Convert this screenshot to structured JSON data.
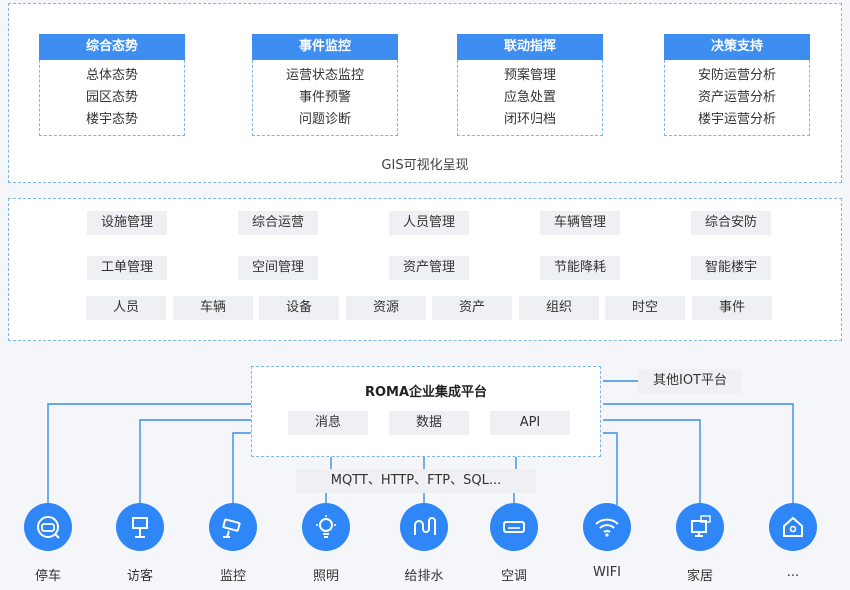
{
  "top": {
    "columns": [
      {
        "title": "综合态势",
        "items": [
          "总体态势",
          "园区态势",
          "楼宇态势"
        ]
      },
      {
        "title": "事件监控",
        "items": [
          "运营状态监控",
          "事件预警",
          "问题诊断"
        ]
      },
      {
        "title": "联动指挥",
        "items": [
          "预案管理",
          "应急处置",
          "闭环归档"
        ]
      },
      {
        "title": "决策支持",
        "items": [
          "安防运营分析",
          "资产运营分析",
          "楼宇运营分析"
        ]
      }
    ],
    "footer": "GIS可视化呈现"
  },
  "middle": {
    "row1": [
      "设施管理",
      "综合运营",
      "人员管理",
      "车辆管理",
      "综合安防"
    ],
    "row2": [
      "工单管理",
      "空间管理",
      "资产管理",
      "节能降耗",
      "智能楼宇"
    ],
    "row3": [
      "人员",
      "车辆",
      "设备",
      "资源",
      "资产",
      "组织",
      "时空",
      "事件"
    ]
  },
  "integration": {
    "title": "ROMA企业集成平台",
    "chips": [
      "消息",
      "数据",
      "API"
    ],
    "other": "其他IOT平台",
    "protocols": "MQTT、HTTP、FTP、SQL..."
  },
  "devices": [
    {
      "label": "停车",
      "icon": "car-icon"
    },
    {
      "label": "访客",
      "icon": "visitor-icon"
    },
    {
      "label": "监控",
      "icon": "camera-icon"
    },
    {
      "label": "照明",
      "icon": "bulb-icon"
    },
    {
      "label": "给排水",
      "icon": "water-icon"
    },
    {
      "label": "空调",
      "icon": "aircon-icon"
    },
    {
      "label": "WIFI",
      "icon": "wifi-icon"
    },
    {
      "label": "家居",
      "icon": "home-device-icon"
    },
    {
      "label": "...",
      "icon": "house-icon"
    }
  ],
  "colors": {
    "accent": "#3d8ef0",
    "line": "#3a8ee6",
    "chip": "#eef0f3"
  }
}
